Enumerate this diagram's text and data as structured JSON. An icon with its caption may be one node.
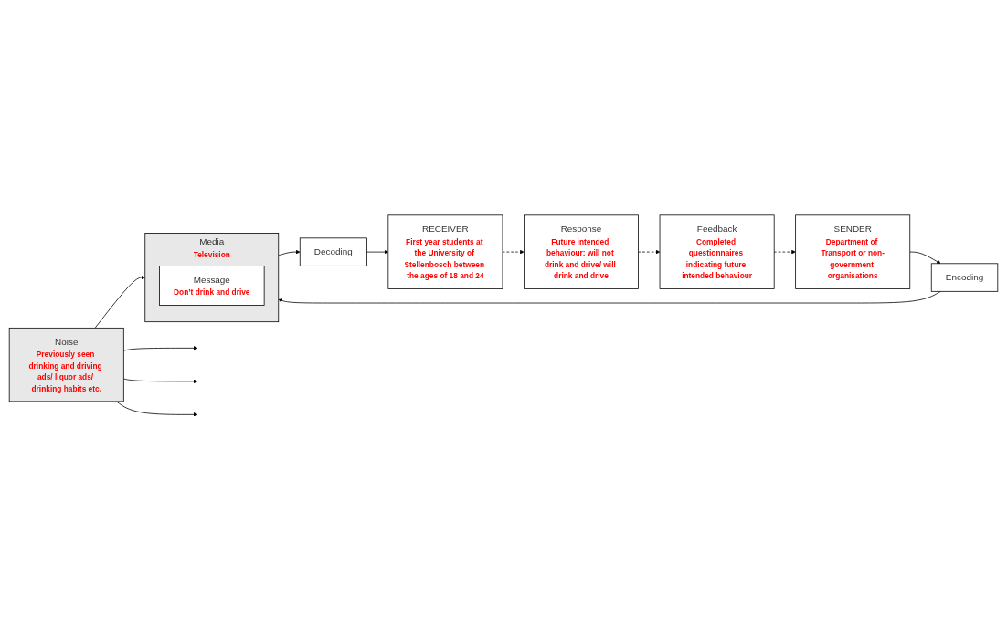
{
  "diagram": {
    "nodes": [
      {
        "text": [
          "SENDER",
          "Department of Transport or non-government organisations"
        ]
      },
      {
        "text": [
          "Encoding"
        ]
      },
      {
        "text": [
          "Media",
          "Television"
        ]
      },
      {
        "text": [
          "Message",
          "Don’t drink and drive"
        ],
        "in": 2
      },
      {
        "text": [
          "Decoding"
        ]
      },
      {
        "text": [
          "RECEIVER",
          "First year students at the University of Stellenbosch between the ages of 18 and 24"
        ]
      },
      {
        "text": [
          "Noise",
          "Previously seen drinking and driving ads/ liquor ads/ drinking habits etc."
        ]
      },
      {
        "text": [
          "Feedback",
          "Completed questionnaires indicating future intended behaviour"
        ]
      },
      {
        "text": [
          "Response",
          "Future intended behaviour: will not drink and drive/ will drink and drive"
        ]
      }
    ],
    "edges": [
      {
        "from": 0,
        "to": 1,
        "arrow": "to"
      },
      {
        "from": 1,
        "to": 2,
        "arrow": "to"
      },
      {
        "from": 2,
        "to": 4,
        "arrow": "to"
      },
      {
        "from": 4,
        "to": 5,
        "arrow": "to"
      },
      {
        "from": 6,
        "to": 2,
        "arrow": "to"
      },
      {
        "from": 6,
        "to": null,
        "arrow": "to"
      },
      {
        "from": 6,
        "to": null,
        "arrow": "to"
      },
      {
        "from": 6,
        "to": null,
        "arrow": "to"
      },
      {
        "from": 5,
        "to": 8,
        "arrow": "to",
        "style": "dashed"
      },
      {
        "from": 8,
        "to": 7,
        "arrow": "to",
        "style": "dashed"
      },
      {
        "from": 7,
        "to": 0,
        "arrow": "to",
        "style": "dashed"
      }
    ]
  }
}
